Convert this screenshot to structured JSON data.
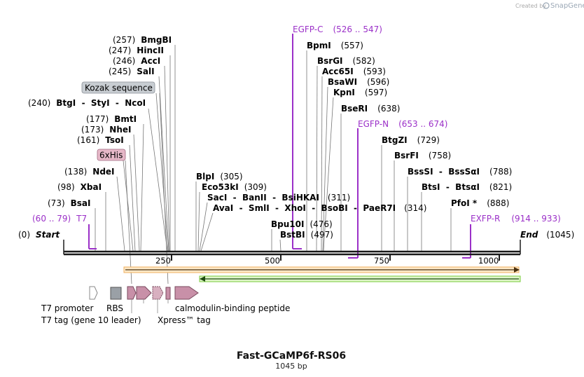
{
  "credit": {
    "created_by": "Created by",
    "brand": "SnapGene"
  },
  "title": "Fast-GCaMP6f-RS06",
  "length_label": "1045 bp",
  "ruler": {
    "ticks": [
      "250",
      "500",
      "750",
      "1000"
    ]
  },
  "ends": {
    "start_pos": "(0)",
    "start": "Start",
    "end": "End",
    "end_pos": "(1045)"
  },
  "sites": [
    {
      "pos": "(257)",
      "name": "BmgBI"
    },
    {
      "pos": "(247)",
      "name": "HincII"
    },
    {
      "pos": "(246)",
      "name": "AccI"
    },
    {
      "pos": "(245)",
      "name": "SalI"
    },
    {
      "pos": "(240)",
      "name": "BtgI  -  StyI  -  NcoI"
    },
    {
      "pos": "(177)",
      "name": "BmtI"
    },
    {
      "pos": "(173)",
      "name": "NheI"
    },
    {
      "pos": "(161)",
      "name": "TsoI"
    },
    {
      "pos": "(138)",
      "name": "NdeI"
    },
    {
      "pos": "(98)",
      "name": "XbaI"
    },
    {
      "pos": "(73)",
      "name": "BsaI"
    },
    {
      "pos": "(305)",
      "name": "BlpI"
    },
    {
      "pos": "(309)",
      "name": "Eco53kI"
    },
    {
      "pos": "(311)",
      "name": "SacI  -  BanII  -  BsiHKAI"
    },
    {
      "pos": "(314)",
      "name": "AvaI  -  SmlI  -  XhoI  -  BsoBI  -  PaeR7I"
    },
    {
      "pos": "(476)",
      "name": "Bpu10I"
    },
    {
      "pos": "(497)",
      "name": "BstBI"
    },
    {
      "pos": "(557)",
      "name": "BpmI"
    },
    {
      "pos": "(582)",
      "name": "BsrGI"
    },
    {
      "pos": "(593)",
      "name": "Acc65I"
    },
    {
      "pos": "(596)",
      "name": "BsaWI"
    },
    {
      "pos": "(597)",
      "name": "KpnI"
    },
    {
      "pos": "(638)",
      "name": "BseRI"
    },
    {
      "pos": "(729)",
      "name": "BtgZI"
    },
    {
      "pos": "(758)",
      "name": "BsrFI"
    },
    {
      "pos": "(788)",
      "name": "BssSI  -  BssSαI"
    },
    {
      "pos": "(821)",
      "name": "BtsI  -  BtsαI"
    },
    {
      "pos": "(888)",
      "name": "PfoI *"
    }
  ],
  "boxed_labels": [
    {
      "text": "Kozak sequence",
      "color": "#c8cdd2"
    },
    {
      "text": "6xHis",
      "color": "#e6b8c8"
    }
  ],
  "primers": [
    {
      "range": "(60 .. 79)",
      "name": "T7"
    },
    {
      "name": "EGFP-C",
      "range": "(526 .. 547)"
    },
    {
      "name": "EGFP-N",
      "range": "(653 .. 674)"
    },
    {
      "name": "EXFP-R",
      "range": "(914 .. 933)"
    }
  ],
  "features": [
    {
      "label": "T7 promoter"
    },
    {
      "label": "RBS"
    },
    {
      "label": "calmodulin-binding peptide"
    },
    {
      "label": "T7 tag (gene 10 leader)"
    },
    {
      "label": "Xpress™ tag"
    }
  ],
  "colors": {
    "primer": "#9b30c8",
    "orf_orange": "#f0b060",
    "orf_green": "#7acc3c",
    "feature_pink": "#c890a8",
    "feature_gray": "#9aa0a6",
    "backbone": "#1a1a1a"
  }
}
